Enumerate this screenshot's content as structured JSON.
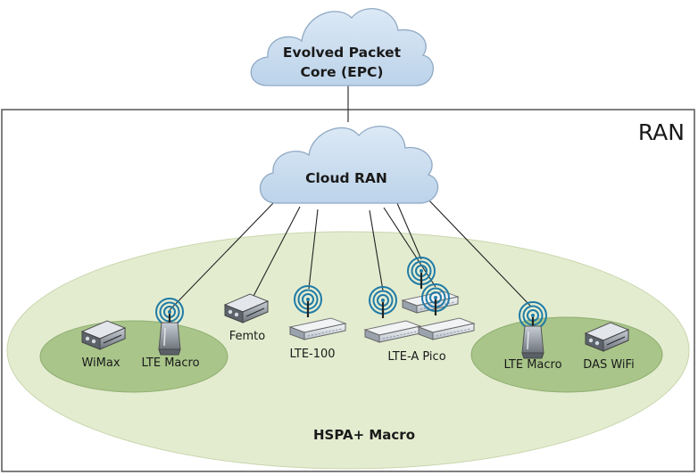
{
  "diagram": {
    "core_cloud_line1": "Evolved Packet",
    "core_cloud_line2": "Core (EPC)",
    "ran_label": "RAN",
    "cloud_ran_label": "Cloud RAN",
    "macro_region_label": "HSPA+ Macro",
    "devices": {
      "wimax": "WiMax",
      "lte_macro_left": "LTE Macro",
      "femto": "Femto",
      "lte_100": "LTE-100",
      "lte_a_pico": "LTE-A Pico",
      "lte_macro_right": "LTE Macro",
      "das_wifi": "DAS WiFi"
    },
    "colors": {
      "cloud_fill": "#c9dcee",
      "cloud_stroke": "#8fa9c4",
      "outer_ellipse": "#e4ecd0",
      "inner_ellipse": "#a9c58a",
      "antenna_ring": "#1f7ba6",
      "frame": "#555555"
    }
  }
}
